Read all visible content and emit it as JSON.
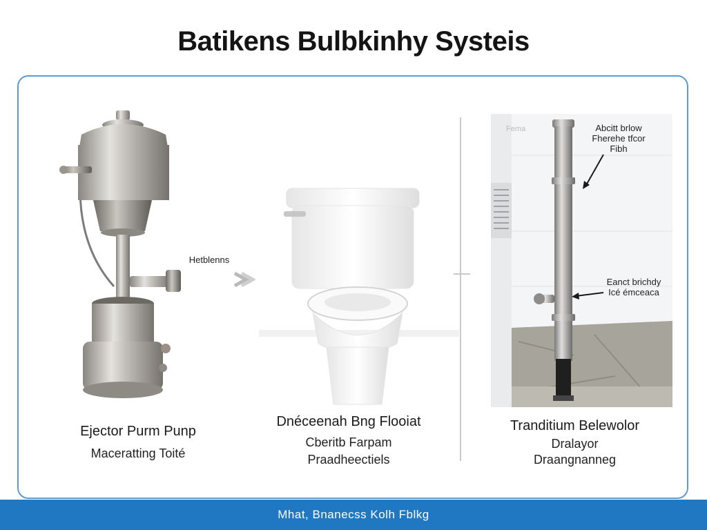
{
  "title": "Batikens Bulbkinhy Systeis",
  "panels": [
    {
      "callout": "Hetblenns",
      "title": "Ejector Purm Punp",
      "subtitle": "Maceratting Toité"
    },
    {
      "title": "Dnéceenah Bng Flooiat",
      "subtitle": "Cberitb Farpam",
      "subtitle2": "Praadheectiels"
    },
    {
      "wall_label": "Fema",
      "callout_top": [
        "Abcitt brlow",
        "Fherehe tfcor",
        "Fibh"
      ],
      "callout_mid": [
        "Eanct brichdy",
        "Icé émceaca"
      ],
      "title": "Tranditium Belewolor",
      "subtitle": "Dralayor",
      "subtitle2": "Draangnanneg"
    }
  ],
  "footer": "Mhat, Bnanecss  Kolh Fblkg",
  "colors": {
    "border": "#5b9bd0",
    "footer_bg": "#1f78c1",
    "metal": "#b8b4ae"
  }
}
